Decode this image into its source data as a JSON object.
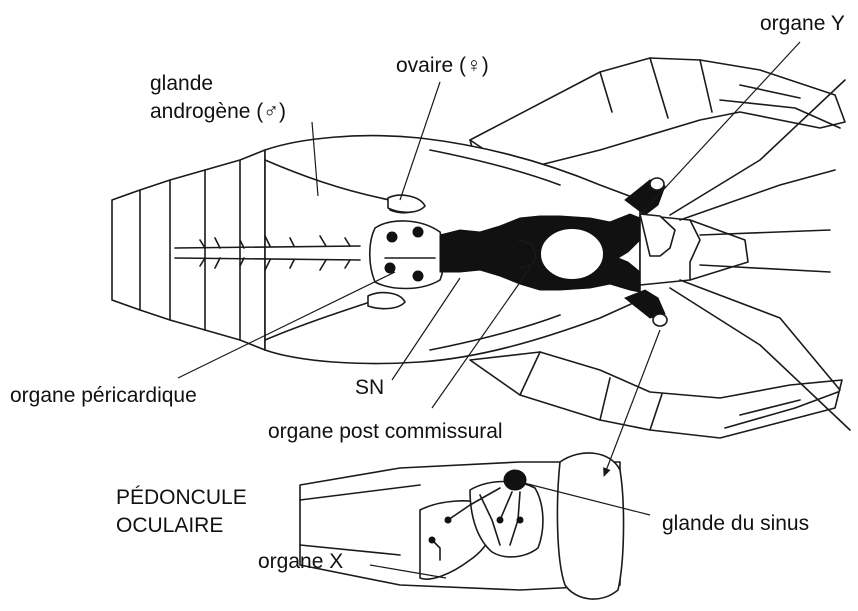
{
  "labels": {
    "organe_y": "organe Y",
    "ovaire": "ovaire (♀)",
    "glande_line1": "glande",
    "glande_line2": "androgène (♂)",
    "organe_pericardique": "organe péricardique",
    "sn": "SN",
    "organe_post_commissural": "organe post commissural",
    "pedoncule_line1": "PÉDONCULE",
    "pedoncule_line2": "OCULAIRE",
    "glande_du_sinus": "glande du sinus",
    "organe_x": "organe X"
  },
  "colors": {
    "line": "#1a1a1a",
    "fill_dark": "#111111",
    "background": "#ffffff"
  }
}
